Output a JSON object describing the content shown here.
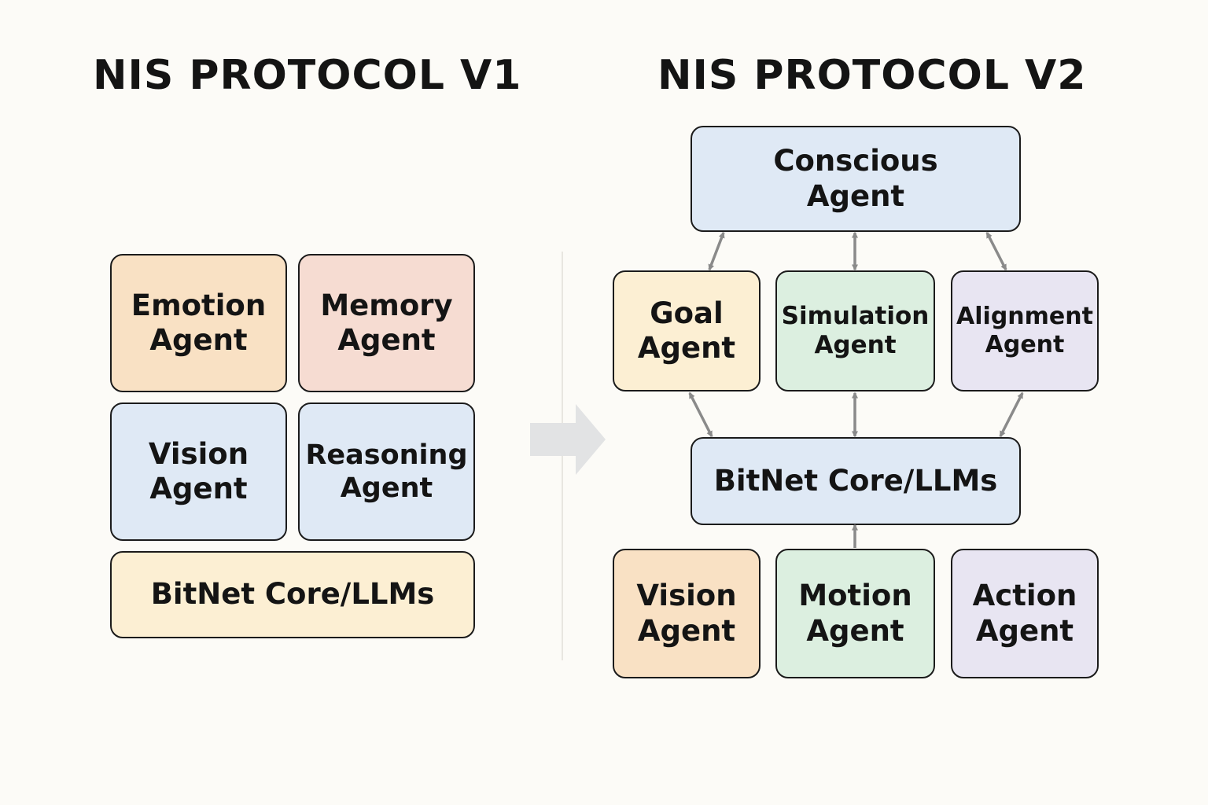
{
  "titles": {
    "v1": "NIS PROTOCOL V1",
    "v2": "NIS PROTOCOL V2"
  },
  "colors": {
    "background": "#fcfbf7",
    "orange": "#f9e1c4",
    "peach": "#f6dcd2",
    "blue": "#dfe9f5",
    "yellow": "#fcefd3",
    "green": "#dcefe0",
    "lavender": "#e8e5f2",
    "arrow": "#8a8a8a",
    "transition_arrow": "#e2e3e4"
  },
  "v1": {
    "emotion_agent": "Emotion\nAgent",
    "memory_agent": "Memory\nAgent",
    "vision_agent": "Vision\nAgent",
    "reasoning_agent": "Reasoning\nAgent",
    "bitnet_core": "BitNet Core/LLMs"
  },
  "v2": {
    "conscious_agent": "Conscious\nAgent",
    "goal_agent": "Goal\nAgent",
    "simulation_agent": "Simulation\nAgent",
    "alignment_agent": "Alignment\nAgent",
    "bitnet_core": "BitNet Core/LLMs",
    "vision_agent": "Vision\nAgent",
    "motion_agent": "Motion\nAgent",
    "action_agent": "Action\nAgent"
  },
  "edges": [
    {
      "from": "conscious_agent",
      "to": "goal_agent",
      "direction": "both"
    },
    {
      "from": "conscious_agent",
      "to": "simulation_agent",
      "direction": "both"
    },
    {
      "from": "conscious_agent",
      "to": "alignment_agent",
      "direction": "both"
    },
    {
      "from": "goal_agent",
      "to": "bitnet_core",
      "direction": "both"
    },
    {
      "from": "simulation_agent",
      "to": "bitnet_core",
      "direction": "both"
    },
    {
      "from": "alignment_agent",
      "to": "bitnet_core",
      "direction": "both"
    },
    {
      "from": "motion_agent",
      "to": "bitnet_core",
      "direction": "forward"
    }
  ]
}
